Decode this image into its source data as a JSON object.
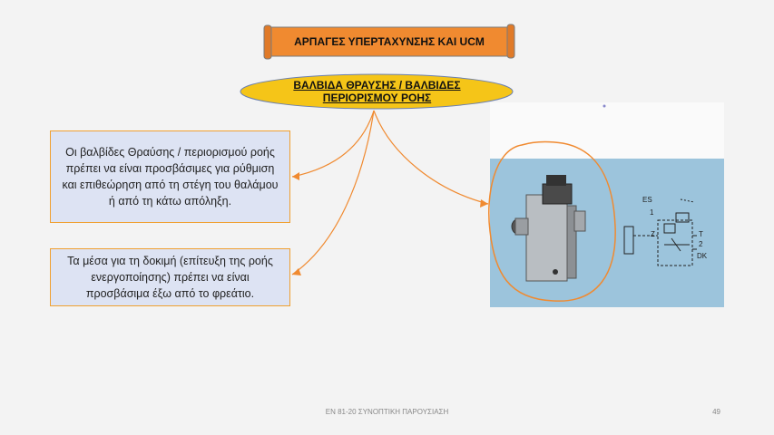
{
  "banner": {
    "title": "ΑΡΠΑΓΕΣ ΥΠΕΡΤΑΧΥΝΣΗΣ ΚΑΙ UCM"
  },
  "heading": {
    "text": "ΒΑΛΒΙΔΑ ΘΡΑΥΣΗΣ / ΒΑΛΒΙΔΕΣ ΠΕΡΙΟΡΙΣΜΟΥ ΡΟΗΣ"
  },
  "boxes": [
    {
      "text": "Οι βαλβίδες Θραύσης / περιορισμού ροής πρέπει να είναι προσβάσιμες για ρύθμιση και επιθεώρηση από τη στέγη του θαλάμου ή από τη κάτω απόληξη."
    },
    {
      "text": "Τα μέσα για τη δοκιμή (επίτευξη της ροής ενεργοποίησης) πρέπει να είναι προσβάσιμα έξω από το φρεάτιο."
    }
  ],
  "diagram_labels": {
    "es": "ES",
    "one": "1",
    "z": "Z",
    "t": "T",
    "two": "2",
    "dk": "DK"
  },
  "footer": {
    "text": "EN 81-20 ΣΥΝΟΠΤΙΚΗ ΠΑΡΟΥΣΙΑΣΗ",
    "page": "49"
  },
  "colors": {
    "accent": "#f08a30",
    "ellipse": "#f5c518",
    "box": "#dde3f3",
    "image_bg": "#9cc4dc"
  }
}
